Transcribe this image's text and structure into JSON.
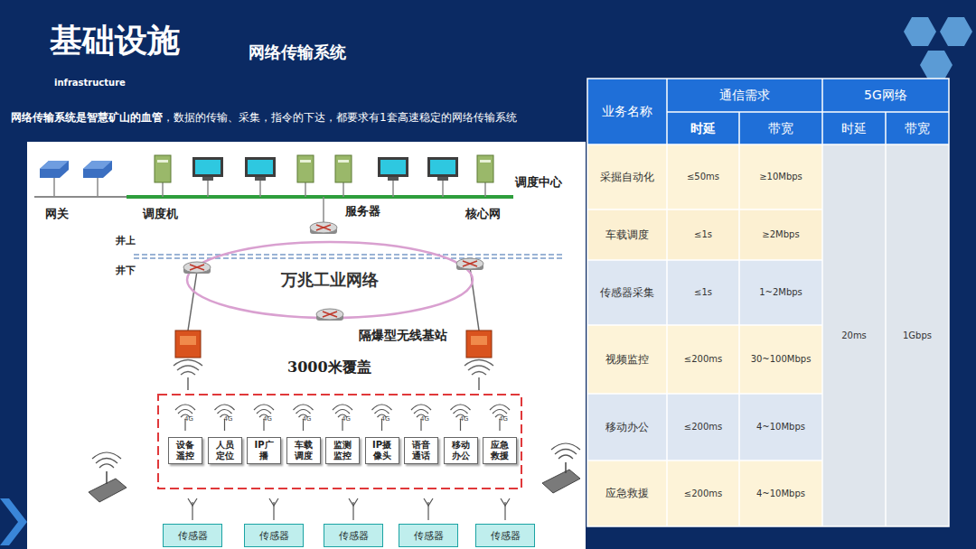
{
  "diagram": {
    "title": "基础设施",
    "nodes": [
      {
        "text": [
          "万兆工业网络"
        ]
      },
      {
        "text": [
          "设备遥控"
        ]
      },
      {
        "text": [
          "人员定位"
        ]
      },
      {
        "text": [
          "IP广播"
        ]
      },
      {
        "text": [
          "车载调度"
        ]
      },
      {
        "text": [
          "监测监控"
        ]
      },
      {
        "text": [
          "IP摄像头"
        ]
      },
      {
        "text": [
          "语音通话"
        ]
      },
      {
        "text": [
          "移动办公"
        ]
      },
      {
        "text": [
          "应急救援"
        ]
      },
      {
        "text": [
          "传感器"
        ]
      },
      {
        "text": [
          "传感器"
        ]
      },
      {
        "text": [
          "传感器"
        ]
      },
      {
        "text": [
          "传感器"
        ]
      },
      {
        "text": [
          "传感器"
        ]
      }
    ],
    "labels": [
      "网络传输系统",
      "infrastructure",
      "网络传输系统是智慧矿山的血管",
      "，数据的传输、采集，指令的下达，都要求有1套高速稳定的网络传输系统",
      "调度中心",
      "网关",
      "调度机",
      "服务器",
      "核心网",
      "井上",
      "井下",
      "隔爆型无线基站",
      "3000米覆盖",
      "4G",
      "4G",
      "4G",
      "4G",
      "4G",
      "4G",
      "4G",
      "4G",
      "4G",
      "业务名称",
      "通信需求",
      "5G网络",
      "时延",
      "带宽",
      "时延",
      "带宽",
      "采掘自动化",
      "≤50ms",
      "≥10Mbps",
      "车载调度",
      "≤1s",
      "≥2Mbps",
      "传感器采集",
      "≤1s",
      "1~2Mbps",
      "视频监控",
      "≤200ms",
      "30~100Mbps",
      "移动办公",
      "≤200ms",
      "4~10Mbps",
      "应急救援",
      "≤200ms",
      "4~10Mbps",
      "20ms",
      "1Gbps"
    ]
  }
}
